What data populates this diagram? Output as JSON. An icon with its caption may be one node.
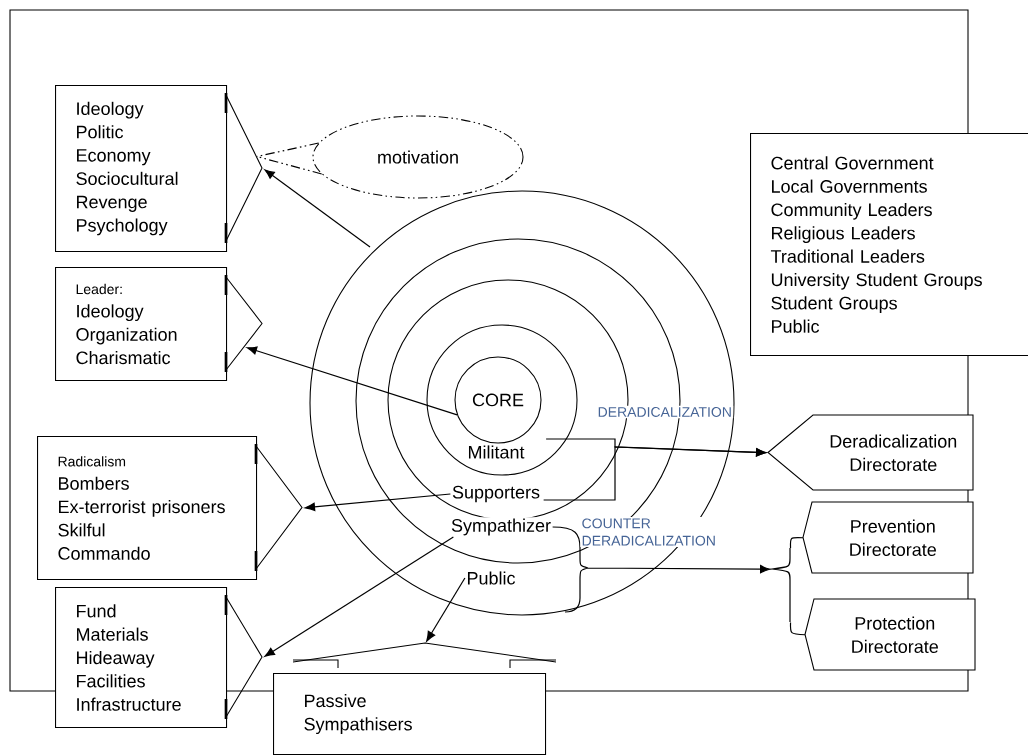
{
  "diagram": {
    "nodes": [
      {
        "text": [
          "Ideology",
          "Politic",
          "Economy",
          "Sociocultural",
          "Revenge",
          "Psychology"
        ]
      },
      {
        "text": [
          "motivation"
        ]
      },
      {
        "text": [
          "Leader:",
          "Ideology",
          "Organization",
          "Charismatic"
        ]
      },
      {
        "text": [
          "Central Government",
          "Local Governments",
          "Community Leaders",
          "Religious Leaders",
          "Traditional Leaders",
          "University Student Groups",
          "Student Groups",
          "Public"
        ]
      },
      {
        "text": [
          "CORE"
        ]
      },
      {
        "text": [
          "Militant"
        ]
      },
      {
        "text": [
          "Supporters"
        ]
      },
      {
        "text": [
          "Deradicalization Directorate"
        ]
      },
      {
        "text": [
          "Radicalism",
          "Bombers",
          "Ex-terrorist prisoners",
          "Skilful",
          "Commando"
        ]
      },
      {
        "text": [
          "Sympathizer"
        ]
      },
      {
        "text": [
          "Prevention Directorate"
        ]
      },
      {
        "text": [
          "Public"
        ]
      },
      {
        "text": [
          "Protection Directorate"
        ]
      },
      {
        "text": [
          "Fund",
          "Materials",
          "Hideaway",
          "Facilities",
          "Infrastructure"
        ]
      },
      {
        "text": [
          "Passive Sympathisers"
        ]
      },
      {
        "text": [],
        "shape": "brace"
      }
    ],
    "edges": [
      {
        "from": 1,
        "to": 0,
        "arrow": "none",
        "style": "dashed"
      },
      {
        "from": null,
        "to": 0,
        "arrow": "to"
      },
      {
        "from": 4,
        "to": 2,
        "arrow": "to"
      },
      {
        "from": 5,
        "to": 7,
        "arrow": "to",
        "label": "DERADICALIZATION"
      },
      {
        "from": 6,
        "to": 7,
        "arrow": "to"
      },
      {
        "from": 6,
        "to": 8,
        "arrow": "to"
      },
      {
        "from": 9,
        "to": 15,
        "arrow": "to",
        "label": "COUNTER DERADICALIZATION"
      },
      {
        "from": 15,
        "to": 10,
        "arrow": "none"
      },
      {
        "from": 15,
        "to": 12,
        "arrow": "none"
      },
      {
        "from": 9,
        "to": 13,
        "arrow": "to"
      },
      {
        "from": 11,
        "to": 14,
        "arrow": "to"
      }
    ]
  }
}
